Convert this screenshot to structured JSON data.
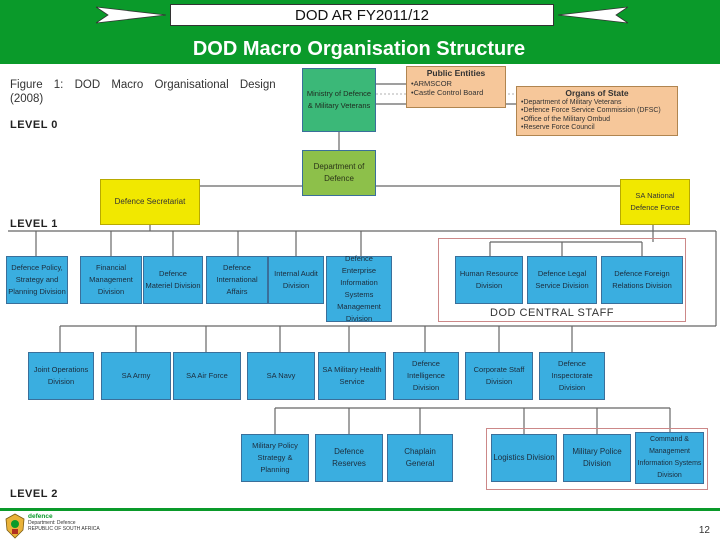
{
  "header": {
    "top_title": "DOD AR FY2011/12",
    "main_title": "DOD Macro Organisation Structure"
  },
  "diagram": {
    "caption": "Figure 1: DOD Macro Organisational Design (2008)",
    "levels": {
      "level0": "LEVEL 0",
      "level1": "LEVEL 1",
      "level2": "LEVEL 2"
    },
    "ministry": "Ministry of Defence & Military Veterans",
    "public_entities": {
      "title": "Public Entities",
      "items": [
        "•ARMSCOR",
        "•Castle Control Board"
      ]
    },
    "organs_of_state": {
      "title": "Organs of State",
      "items": [
        "•Department of Military Veterans",
        "•Defence Force Service Commission (DFSC)",
        "•Office of the Military Ombud",
        "•Reserve Force Council"
      ]
    },
    "department": "Department of Defence",
    "secretariat": "Defence Secretariat",
    "sandf": "SA National Defence Force",
    "level1_divisions": [
      "Defence Policy, Strategy and Planning Division",
      "Financial Management Division",
      "Defence Materiel Division",
      "Defence International Affairs",
      "Internal Audit Division",
      "Defence Enterprise Information Systems Management Division"
    ],
    "central_staff_label": "DOD CENTRAL STAFF",
    "central_staff": [
      "Human Resource Division",
      "Defence Legal Service Division",
      "Defence Foreign Relations Division"
    ],
    "services_row": [
      "Joint Operations Division",
      "SA Army",
      "SA Air Force",
      "SA Navy",
      "SA Military Health Service",
      "Defence Intelligence Division",
      "Corporate Staff Division",
      "Defence Inspectorate Division"
    ],
    "lower_row": [
      "Military Policy Strategy & Planning",
      "Defence Reserves",
      "Chaplain General"
    ],
    "lower_right": [
      "Logistics Division",
      "Military Police Division",
      "Command & Management Information Systems Division"
    ]
  },
  "footer": {
    "logo_name": "defence",
    "logo_dept": "Department: Defence",
    "logo_country": "REPUBLIC OF SOUTH AFRICA",
    "page_number": "12"
  },
  "colors": {
    "header_green": "#0a9a2a",
    "box_blue": "#3aaee0",
    "box_green": "#3bb878",
    "box_yellow": "#f1e800",
    "box_peach": "#f6c79a"
  }
}
